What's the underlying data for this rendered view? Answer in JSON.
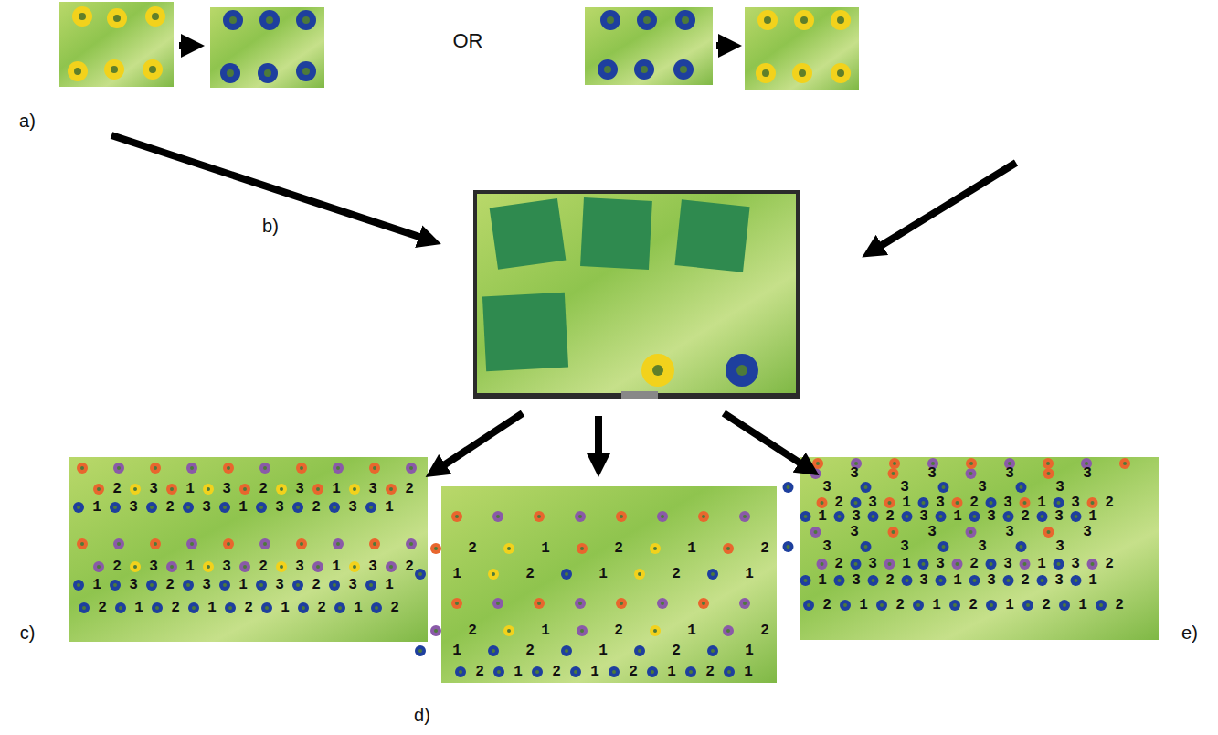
{
  "diagram": {
    "labels": [
      "a)",
      "OR",
      "b)",
      "c)",
      "d)",
      "e)",
      "2",
      "3",
      "1",
      "3",
      "2",
      "3",
      "1",
      "3",
      "2",
      "1",
      "3",
      "2",
      "3",
      "1",
      "3",
      "2",
      "3",
      "1",
      "2",
      "3",
      "1",
      "3",
      "2",
      "3",
      "1",
      "3",
      "2",
      "1",
      "3",
      "2",
      "3",
      "1",
      "3",
      "2",
      "3",
      "1",
      "2",
      "1",
      "2",
      "1",
      "2",
      "1",
      "2",
      "1",
      "2",
      "2",
      "1",
      "2",
      "1",
      "2",
      "1",
      "2",
      "1",
      "2",
      "1",
      "2",
      "1",
      "2",
      "1",
      "2",
      "1",
      "2",
      "1",
      "2",
      "1",
      "2",
      "1",
      "2",
      "1",
      "2",
      "1",
      "2",
      "1",
      "3",
      "3",
      "3",
      "3",
      "3",
      "3",
      "3",
      "3",
      "2",
      "3",
      "1",
      "3",
      "2",
      "3",
      "1",
      "3",
      "2",
      "1",
      "3",
      "2",
      "3",
      "1",
      "3",
      "2",
      "3",
      "1",
      "3",
      "3",
      "3",
      "3",
      "3",
      "3",
      "3",
      "3",
      "2",
      "3",
      "1",
      "3",
      "2",
      "3",
      "1",
      "3",
      "2",
      "1",
      "3",
      "2",
      "3",
      "1",
      "3",
      "2",
      "3",
      "1",
      "2",
      "1",
      "2",
      "1",
      "2",
      "1",
      "2",
      "1",
      "2"
    ]
  }
}
